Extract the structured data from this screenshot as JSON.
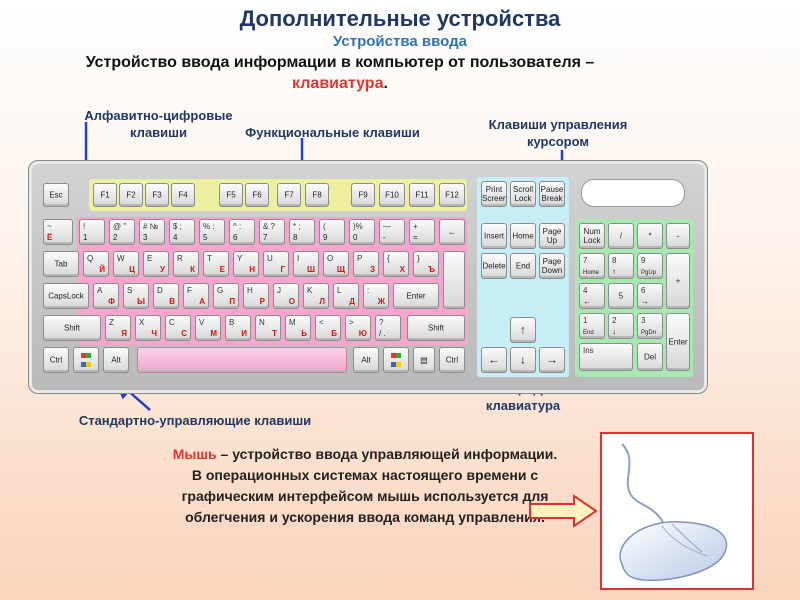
{
  "title": "Дополнительные устройства",
  "subtitle": "Устройства ввода",
  "intro": {
    "text": "Устройство ввода информации в компьютер от пользователя – ",
    "highlight": "клавиатура",
    "end": "."
  },
  "labels": {
    "alnum": "Алфавитно-цифровые клавиши",
    "function": "Функциональные клавиши",
    "cursor": "Клавиши управления курсором",
    "standard": "Стандартно-управляющие клавиши",
    "numpad": "Малая цифровая клавиатура"
  },
  "mouse": {
    "term": "Мышь",
    "text": " – устройство ввода управляющей информации. В операционных системах настоящего времени с графическим интерфейсом мышь используется для облегчения и ускорения ввода команд управления."
  },
  "colors": {
    "alnum": "#f4a6cf",
    "function": "#eef0a0",
    "cursor": "#c8eef5",
    "numpad": "#a8e8b0",
    "arrow": "#1f3fd8",
    "accent": "#e3342f"
  },
  "keys": {
    "fn": [
      "Esc",
      "F1",
      "F2",
      "F3",
      "F4",
      "F5",
      "F6",
      "F7",
      "F8",
      "F9",
      "F10",
      "F11",
      "F12"
    ],
    "cur_top": [
      "Print Screen",
      "Scroll Lock",
      "Pause Break"
    ],
    "cur_mid": [
      "Insert",
      "Home",
      "Page Up",
      "Delete",
      "End",
      "Page Down"
    ],
    "mods": [
      "Tab",
      "CapsLock",
      "Shift",
      "Ctrl",
      "Alt",
      "Enter",
      "Shift",
      "Alt",
      "Ctrl"
    ],
    "num": [
      "Num Lock",
      "/",
      "*",
      "-",
      "7",
      "8",
      "9",
      "+",
      "4",
      "5",
      "6",
      "1",
      "2",
      "3",
      "Enter",
      "Ins",
      "Del"
    ],
    "num_sub": [
      "Home",
      "PgUp",
      "End",
      "PgDn"
    ]
  }
}
